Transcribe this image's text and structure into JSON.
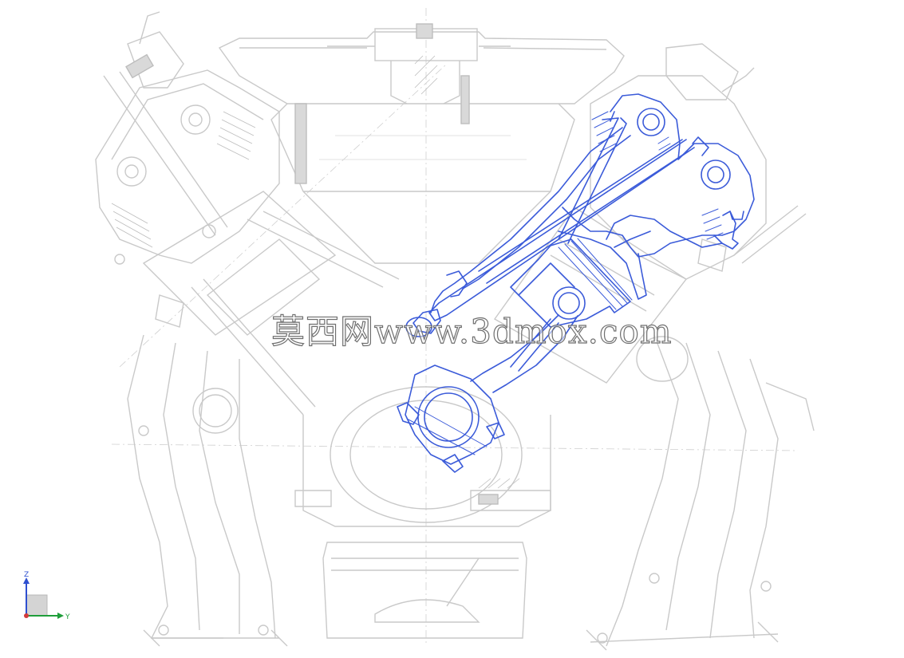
{
  "watermark": {
    "text": "莫西网www.3dmox.com"
  },
  "axis_triad": {
    "z_label": "Z",
    "y_label": "Y",
    "z_color": "#2e4fd0",
    "y_color": "#1f9e3a",
    "origin_color": "#d23a3a"
  },
  "colors": {
    "background_drawing": "#c9c9c9",
    "overlay_sketch": "#3b5bd9"
  }
}
